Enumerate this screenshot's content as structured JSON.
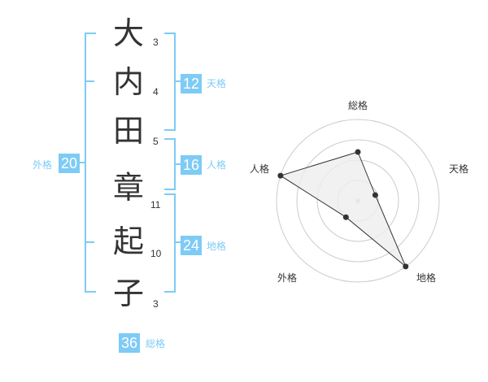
{
  "name_chars": [
    "大",
    "内",
    "田",
    "章",
    "起",
    "子"
  ],
  "strokes": [
    "3",
    "4",
    "5",
    "11",
    "10",
    "3"
  ],
  "results": {
    "tenkaku": {
      "value": "12",
      "label": "天格"
    },
    "jinkaku": {
      "value": "16",
      "label": "人格"
    },
    "chikaku": {
      "value": "24",
      "label": "地格"
    },
    "gaikaku": {
      "value": "20",
      "label": "外格"
    },
    "soukaku": {
      "value": "36",
      "label": "総格"
    }
  },
  "chart_data": {
    "type": "radar",
    "axes": [
      "総格",
      "天格",
      "地格",
      "外格",
      "人格"
    ],
    "rings": 4,
    "max": 4,
    "values": [
      2.4,
      0.9,
      4.0,
      1.0,
      4.0
    ],
    "colors": {
      "fill": "#eeeeee",
      "line": "#333333",
      "point": "#333333",
      "ring": "#cccccc",
      "center": "#cccccc"
    }
  }
}
